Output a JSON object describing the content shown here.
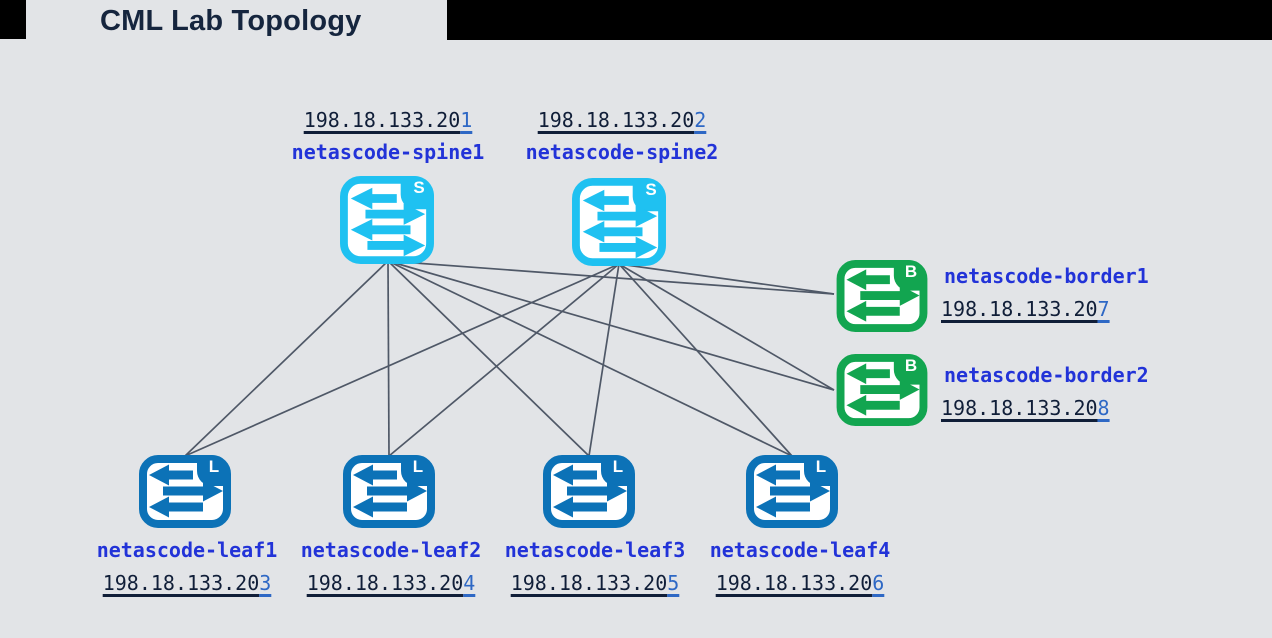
{
  "title": "CML Lab Topology",
  "colors": {
    "background": "#e2e4e7",
    "header_bar": "#000000",
    "link_line": "#4f5867",
    "spine": "#1fc1f1",
    "leaf": "#0c72b7",
    "border": "#12a550",
    "hostname": "#2233d8",
    "ip_text": "#101e38",
    "ip_accent": "#2e68c5",
    "title_text": "#15253e",
    "badge_text": "#ffffff"
  },
  "nodes": [
    {
      "id": "spine1",
      "name": "netascode-spine1",
      "ip": "198.18.133.201",
      "role": "spine",
      "badge": "S"
    },
    {
      "id": "spine2",
      "name": "netascode-spine2",
      "ip": "198.18.133.202",
      "role": "spine",
      "badge": "S"
    },
    {
      "id": "border1",
      "name": "netascode-border1",
      "ip": "198.18.133.207",
      "role": "border",
      "badge": "B"
    },
    {
      "id": "border2",
      "name": "netascode-border2",
      "ip": "198.18.133.208",
      "role": "border",
      "badge": "B"
    },
    {
      "id": "leaf1",
      "name": "netascode-leaf1",
      "ip": "198.18.133.203",
      "role": "leaf",
      "badge": "L"
    },
    {
      "id": "leaf2",
      "name": "netascode-leaf2",
      "ip": "198.18.133.204",
      "role": "leaf",
      "badge": "L"
    },
    {
      "id": "leaf3",
      "name": "netascode-leaf3",
      "ip": "198.18.133.205",
      "role": "leaf",
      "badge": "L"
    },
    {
      "id": "leaf4",
      "name": "netascode-leaf4",
      "ip": "198.18.133.206",
      "role": "leaf",
      "badge": "L"
    }
  ],
  "links": [
    [
      "spine1",
      "leaf1"
    ],
    [
      "spine1",
      "leaf2"
    ],
    [
      "spine1",
      "leaf3"
    ],
    [
      "spine1",
      "leaf4"
    ],
    [
      "spine1",
      "border1"
    ],
    [
      "spine1",
      "border2"
    ],
    [
      "spine2",
      "leaf1"
    ],
    [
      "spine2",
      "leaf2"
    ],
    [
      "spine2",
      "leaf3"
    ],
    [
      "spine2",
      "leaf4"
    ],
    [
      "spine2",
      "border1"
    ],
    [
      "spine2",
      "border2"
    ]
  ]
}
